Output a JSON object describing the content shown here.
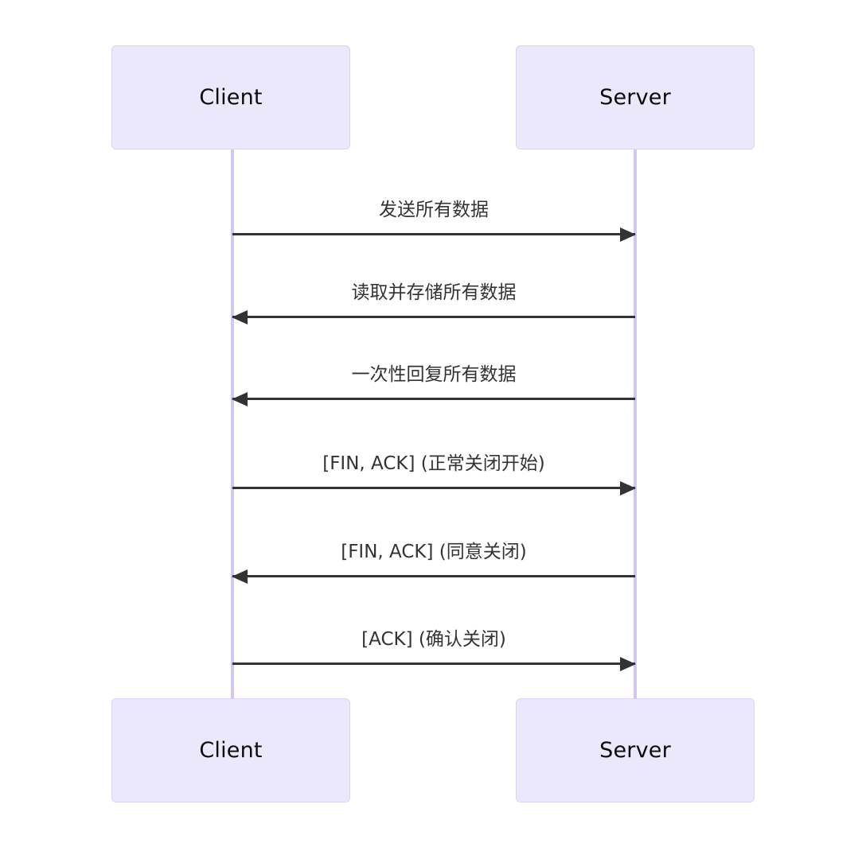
{
  "diagram": {
    "type": "sequence-diagram",
    "background_color": "#ffffff",
    "participants": [
      {
        "id": "client",
        "label": "Client"
      },
      {
        "id": "server",
        "label": "Server"
      }
    ],
    "colors": {
      "actor_fill": "#ebe8fb",
      "actor_border": "#ddd3f6",
      "lifeline": "#d3c7f2",
      "arrow": "#333333",
      "label_text": "#333333",
      "actor_text": "#0b0b0b"
    },
    "messages": [
      {
        "index": 1,
        "label": "发送所有数据",
        "from": "client",
        "to": "server",
        "direction": "to-right"
      },
      {
        "index": 2,
        "label": "读取并存储所有数据",
        "from": "server",
        "to": "client",
        "direction": "to-left"
      },
      {
        "index": 3,
        "label": "一次性回复所有数据",
        "from": "server",
        "to": "client",
        "direction": "to-left"
      },
      {
        "index": 4,
        "label": "[FIN, ACK] (正常关闭开始)",
        "from": "client",
        "to": "server",
        "direction": "to-right"
      },
      {
        "index": 5,
        "label": "[FIN, ACK] (同意关闭)",
        "from": "server",
        "to": "client",
        "direction": "to-left"
      },
      {
        "index": 6,
        "label": "[ACK] (确认关闭)",
        "from": "client",
        "to": "server",
        "direction": "to-right"
      }
    ]
  }
}
